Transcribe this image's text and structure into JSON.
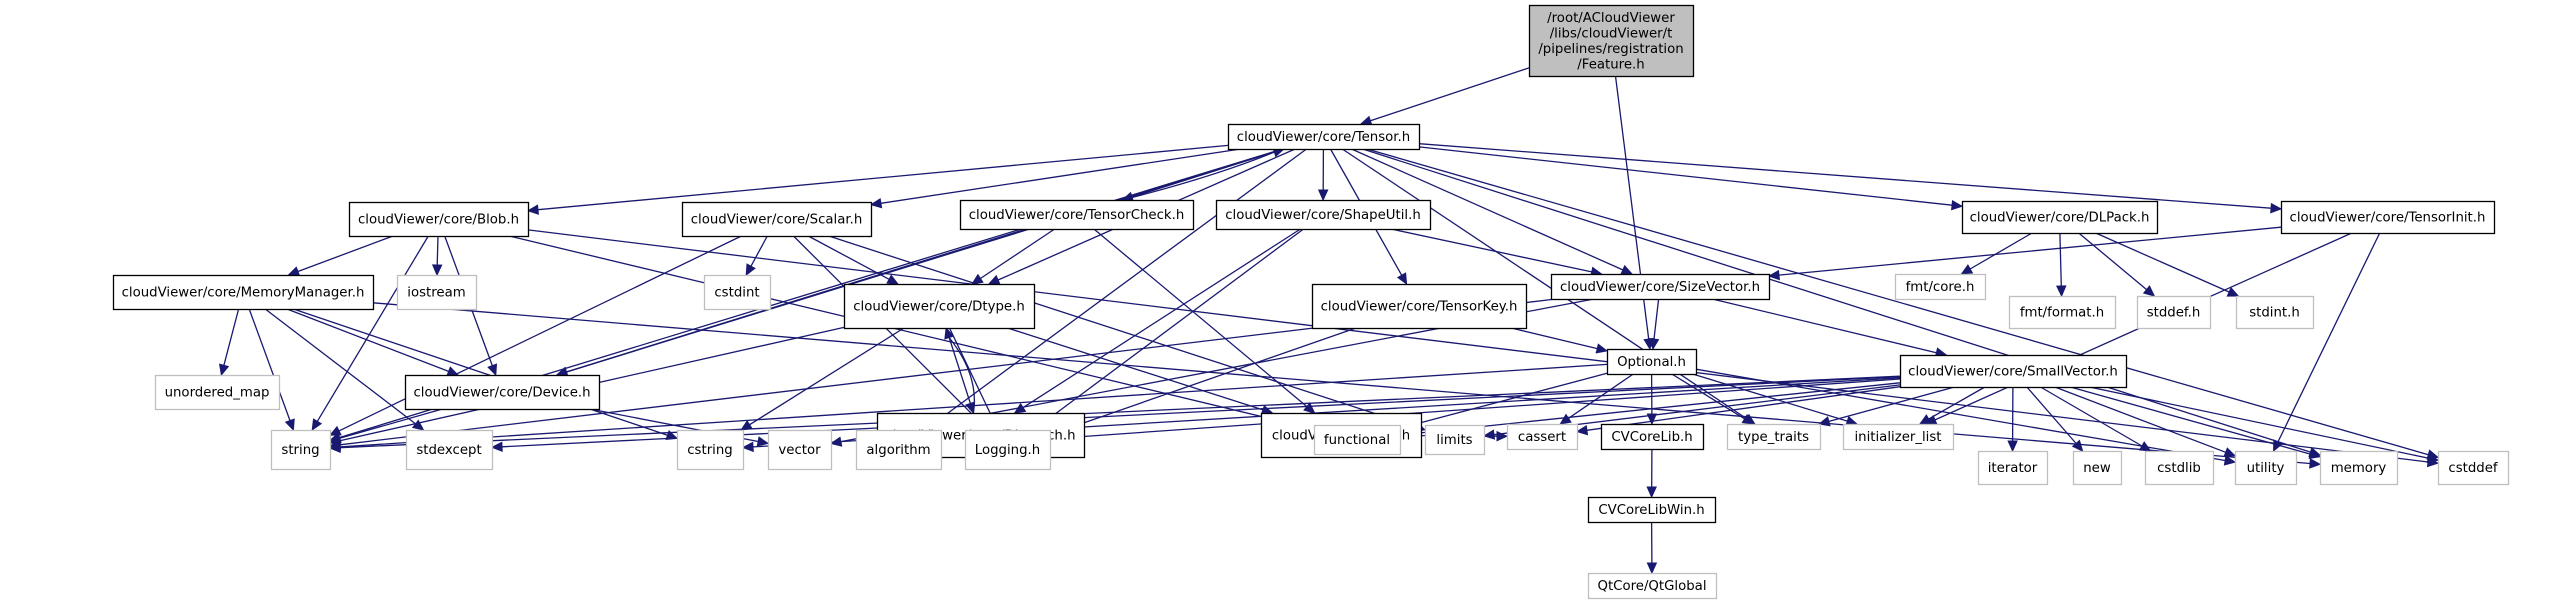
{
  "diagram": {
    "title": "Include dependency graph for Feature.h",
    "edge_color": "#191970",
    "nodes": [
      {
        "id": "feature",
        "label": [
          "/root/ACloudViewer",
          "/libs/cloudViewer/t",
          "/pipelines/registration",
          "/Feature.h"
        ],
        "kind": "root"
      },
      {
        "id": "tensor",
        "label": [
          "cloudViewer/core/Tensor.h"
        ],
        "kind": "doc"
      },
      {
        "id": "blob",
        "label": [
          "cloudViewer/core/Blob.h"
        ],
        "kind": "doc"
      },
      {
        "id": "scalar",
        "label": [
          "cloudViewer/core/Scalar.h"
        ],
        "kind": "doc"
      },
      {
        "id": "tensorcheck",
        "label": [
          "cloudViewer/core/TensorCheck.h"
        ],
        "kind": "doc"
      },
      {
        "id": "shapeutil",
        "label": [
          "cloudViewer/core/ShapeUtil.h"
        ],
        "kind": "doc"
      },
      {
        "id": "dlpack",
        "label": [
          "cloudViewer/core/DLPack.h"
        ],
        "kind": "doc"
      },
      {
        "id": "tensorinit",
        "label": [
          "cloudViewer/core/TensorInit.h"
        ],
        "kind": "doc"
      },
      {
        "id": "memorymanager",
        "label": [
          "cloudViewer/core/MemoryManager.h"
        ],
        "kind": "doc"
      },
      {
        "id": "iostream",
        "label": [
          "iostream"
        ],
        "kind": "ext"
      },
      {
        "id": "cstdint",
        "label": [
          "cstdint"
        ],
        "kind": "ext"
      },
      {
        "id": "dtype",
        "label": [
          "cloudViewer/core/Dtype.h"
        ],
        "kind": "doc"
      },
      {
        "id": "tensorkey",
        "label": [
          "cloudViewer/core/TensorKey.h"
        ],
        "kind": "doc"
      },
      {
        "id": "sizevector",
        "label": [
          "cloudViewer/core/SizeVector.h"
        ],
        "kind": "doc"
      },
      {
        "id": "fmtcore",
        "label": [
          "fmt/core.h"
        ],
        "kind": "ext"
      },
      {
        "id": "fmtformat",
        "label": [
          "fmt/format.h"
        ],
        "kind": "ext"
      },
      {
        "id": "stddefh",
        "label": [
          "stddef.h"
        ],
        "kind": "ext"
      },
      {
        "id": "stdinth",
        "label": [
          "stdint.h"
        ],
        "kind": "ext"
      },
      {
        "id": "unorderedmap",
        "label": [
          "unordered_map"
        ],
        "kind": "ext"
      },
      {
        "id": "device",
        "label": [
          "cloudViewer/core/Device.h"
        ],
        "kind": "doc"
      },
      {
        "id": "dispatch",
        "label": [
          "cloudViewer/core/Dispatch.h"
        ],
        "kind": "doc"
      },
      {
        "id": "macro",
        "label": [
          "cloudViewer/Macro.h"
        ],
        "kind": "doc"
      },
      {
        "id": "optional",
        "label": [
          "Optional.h"
        ],
        "kind": "doc"
      },
      {
        "id": "smallvector",
        "label": [
          "cloudViewer/core/SmallVector.h"
        ],
        "kind": "doc"
      },
      {
        "id": "string",
        "label": [
          "string"
        ],
        "kind": "ext"
      },
      {
        "id": "stdexcept",
        "label": [
          "stdexcept"
        ],
        "kind": "ext"
      },
      {
        "id": "cstring",
        "label": [
          "cstring"
        ],
        "kind": "ext"
      },
      {
        "id": "vector",
        "label": [
          "vector"
        ],
        "kind": "ext"
      },
      {
        "id": "algorithm",
        "label": [
          "algorithm"
        ],
        "kind": "ext"
      },
      {
        "id": "logging",
        "label": [
          "Logging.h"
        ],
        "kind": "ext"
      },
      {
        "id": "functional",
        "label": [
          "functional"
        ],
        "kind": "ext"
      },
      {
        "id": "limits",
        "label": [
          "limits"
        ],
        "kind": "ext"
      },
      {
        "id": "cassert",
        "label": [
          "cassert"
        ],
        "kind": "ext"
      },
      {
        "id": "cvcorelib",
        "label": [
          "CVCoreLib.h"
        ],
        "kind": "doc"
      },
      {
        "id": "typetraits",
        "label": [
          "type_traits"
        ],
        "kind": "ext"
      },
      {
        "id": "initializerlist",
        "label": [
          "initializer_list"
        ],
        "kind": "ext"
      },
      {
        "id": "iterator",
        "label": [
          "iterator"
        ],
        "kind": "ext"
      },
      {
        "id": "new",
        "label": [
          "new"
        ],
        "kind": "ext"
      },
      {
        "id": "cstdlib",
        "label": [
          "cstdlib"
        ],
        "kind": "ext"
      },
      {
        "id": "utility",
        "label": [
          "utility"
        ],
        "kind": "ext"
      },
      {
        "id": "memory",
        "label": [
          "memory"
        ],
        "kind": "ext"
      },
      {
        "id": "cstddef",
        "label": [
          "cstddef"
        ],
        "kind": "ext"
      },
      {
        "id": "cvcorelibwin",
        "label": [
          "CVCoreLibWin.h"
        ],
        "kind": "doc"
      },
      {
        "id": "qtglobal",
        "label": [
          "QtCore/QtGlobal"
        ],
        "kind": "ext"
      }
    ],
    "edges": [
      [
        "feature",
        "tensor"
      ],
      [
        "feature",
        "optional"
      ],
      [
        "tensor",
        "blob"
      ],
      [
        "tensor",
        "scalar"
      ],
      [
        "tensor",
        "tensorcheck"
      ],
      [
        "tensor",
        "shapeutil"
      ],
      [
        "tensor",
        "dlpack"
      ],
      [
        "tensor",
        "tensorinit"
      ],
      [
        "tensor",
        "dtype"
      ],
      [
        "tensor",
        "tensorkey"
      ],
      [
        "tensor",
        "sizevector"
      ],
      [
        "tensor",
        "device"
      ],
      [
        "tensor",
        "string"
      ],
      [
        "tensor",
        "algorithm"
      ],
      [
        "tensor",
        "typetraits"
      ],
      [
        "tensor",
        "memory"
      ],
      [
        "tensor",
        "cstddef"
      ],
      [
        "blob",
        "memorymanager"
      ],
      [
        "blob",
        "iostream"
      ],
      [
        "blob",
        "device"
      ],
      [
        "blob",
        "string"
      ],
      [
        "blob",
        "functional"
      ],
      [
        "blob",
        "cstddef"
      ],
      [
        "scalar",
        "cstdint"
      ],
      [
        "scalar",
        "dtype"
      ],
      [
        "scalar",
        "logging"
      ],
      [
        "scalar",
        "limits"
      ],
      [
        "scalar",
        "string"
      ],
      [
        "tensorcheck",
        "tensor"
      ],
      [
        "tensorcheck",
        "dtype"
      ],
      [
        "tensorcheck",
        "device"
      ],
      [
        "tensorcheck",
        "macro"
      ],
      [
        "shapeutil",
        "sizevector"
      ],
      [
        "shapeutil",
        "dispatch"
      ],
      [
        "shapeutil",
        "logging"
      ],
      [
        "dlpack",
        "fmtcore"
      ],
      [
        "dlpack",
        "fmtformat"
      ],
      [
        "dlpack",
        "stddefh"
      ],
      [
        "dlpack",
        "stdinth"
      ],
      [
        "tensorinit",
        "sizevector"
      ],
      [
        "tensorinit",
        "initializerlist"
      ],
      [
        "tensorinit",
        "utility"
      ],
      [
        "memorymanager",
        "unorderedmap"
      ],
      [
        "memorymanager",
        "device"
      ],
      [
        "memorymanager",
        "string"
      ],
      [
        "memorymanager",
        "stdexcept"
      ],
      [
        "memorymanager",
        "cstring"
      ],
      [
        "memorymanager",
        "memory"
      ],
      [
        "dtype",
        "dispatch"
      ],
      [
        "dtype",
        "macro"
      ],
      [
        "dtype",
        "string"
      ],
      [
        "dtype",
        "cstring"
      ],
      [
        "dtype",
        "logging"
      ],
      [
        "dispatch",
        "dtype"
      ],
      [
        "dispatch",
        "logging"
      ],
      [
        "tensorkey",
        "optional"
      ],
      [
        "tensorkey",
        "logging"
      ],
      [
        "sizevector",
        "optional"
      ],
      [
        "sizevector",
        "smallvector"
      ],
      [
        "sizevector",
        "string"
      ],
      [
        "sizevector",
        "vector"
      ],
      [
        "device",
        "string"
      ],
      [
        "device",
        "vector"
      ],
      [
        "macro",
        "cassert"
      ],
      [
        "optional",
        "cvcorelib"
      ],
      [
        "optional",
        "cassert"
      ],
      [
        "optional",
        "typetraits"
      ],
      [
        "optional",
        "initializerlist"
      ],
      [
        "optional",
        "functional"
      ],
      [
        "optional",
        "string"
      ],
      [
        "optional",
        "utility"
      ],
      [
        "smallvector",
        "algorithm"
      ],
      [
        "smallvector",
        "cassert"
      ],
      [
        "smallvector",
        "cstddef"
      ],
      [
        "smallvector",
        "cstdlib"
      ],
      [
        "smallvector",
        "cstring"
      ],
      [
        "smallvector",
        "functional"
      ],
      [
        "smallvector",
        "initializerlist"
      ],
      [
        "smallvector",
        "iterator"
      ],
      [
        "smallvector",
        "limits"
      ],
      [
        "smallvector",
        "memory"
      ],
      [
        "smallvector",
        "new"
      ],
      [
        "smallvector",
        "stdexcept"
      ],
      [
        "smallvector",
        "typetraits"
      ],
      [
        "smallvector",
        "utility"
      ],
      [
        "smallvector",
        "string"
      ],
      [
        "cvcorelib",
        "cvcorelibwin"
      ],
      [
        "cvcorelibwin",
        "qtglobal"
      ]
    ]
  }
}
